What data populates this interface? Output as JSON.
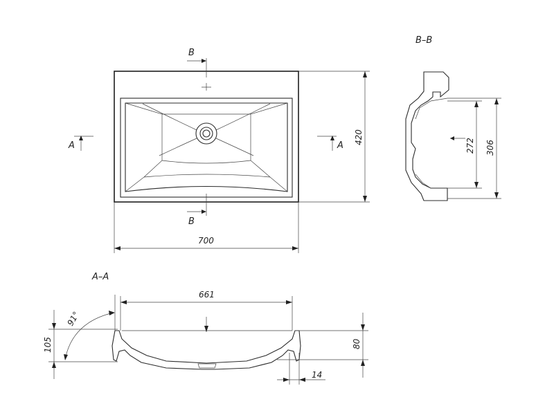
{
  "views": {
    "plan": {
      "width_dim": "700",
      "height_dim": "420",
      "section_b_top": "B",
      "section_b_bottom": "B",
      "section_a_left": "A",
      "section_a_right": "A"
    },
    "section_bb": {
      "title": "B–B",
      "dim_inner": "272",
      "dim_outer": "306"
    },
    "section_aa": {
      "title": "A–A",
      "dim_width": "661",
      "dim_total_height": "105",
      "dim_bowl_depth": "80",
      "dim_wall": "14",
      "angle": "91°"
    }
  }
}
